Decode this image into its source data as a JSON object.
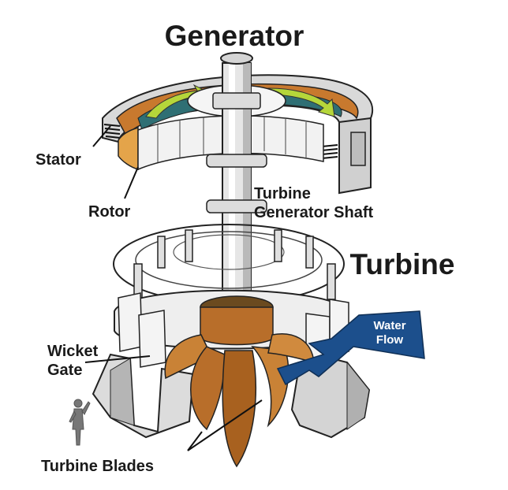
{
  "labels": {
    "generator": "Generator",
    "turbine": "Turbine",
    "stator": "Stator",
    "rotor": "Rotor",
    "shaft_line1": "Turbine",
    "shaft_line2": "Generator Shaft",
    "wicket_line1": "Wicket",
    "wicket_line2": "Gate",
    "water_line1": "Water",
    "water_line2": "Flow",
    "blades": "Turbine Blades"
  },
  "colors": {
    "outline": "#222222",
    "metal_light": "#e8e8e8",
    "metal_mid": "#c8c8c8",
    "metal_dark": "#9a9a9a",
    "rotor_orange": "#c8792e",
    "rotor_teal": "#2f6f74",
    "arrow_green": "#b5d63a",
    "blade_orange": "#b86e2a",
    "blade_light": "#d08a3e",
    "water_blue": "#1c4f8c"
  }
}
